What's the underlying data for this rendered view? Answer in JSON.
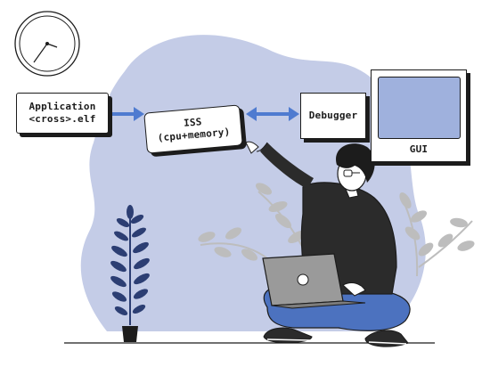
{
  "boxes": {
    "application": {
      "line1": "Application",
      "line2": "<cross>.elf"
    },
    "iss": {
      "line1": "ISS",
      "line2": "(cpu+memory)"
    },
    "debugger": {
      "label": "Debugger"
    },
    "gui": {
      "label": "GUI"
    }
  },
  "icons": {
    "clock": "clock-icon",
    "plant": "plant-icon",
    "leaves": "leaf-branch-icon",
    "person": "person-with-laptop-icon"
  },
  "colors": {
    "blob": "#c4cce7",
    "arrow": "#4f7bd0",
    "screen": "#9fb1dd",
    "shirt": "#2b2b2b",
    "jeans": "#4c72bf",
    "laptop": "#9a9a9a",
    "leaf_gray": "#bdbdbd",
    "leaf_navy": "#2c3e73"
  }
}
